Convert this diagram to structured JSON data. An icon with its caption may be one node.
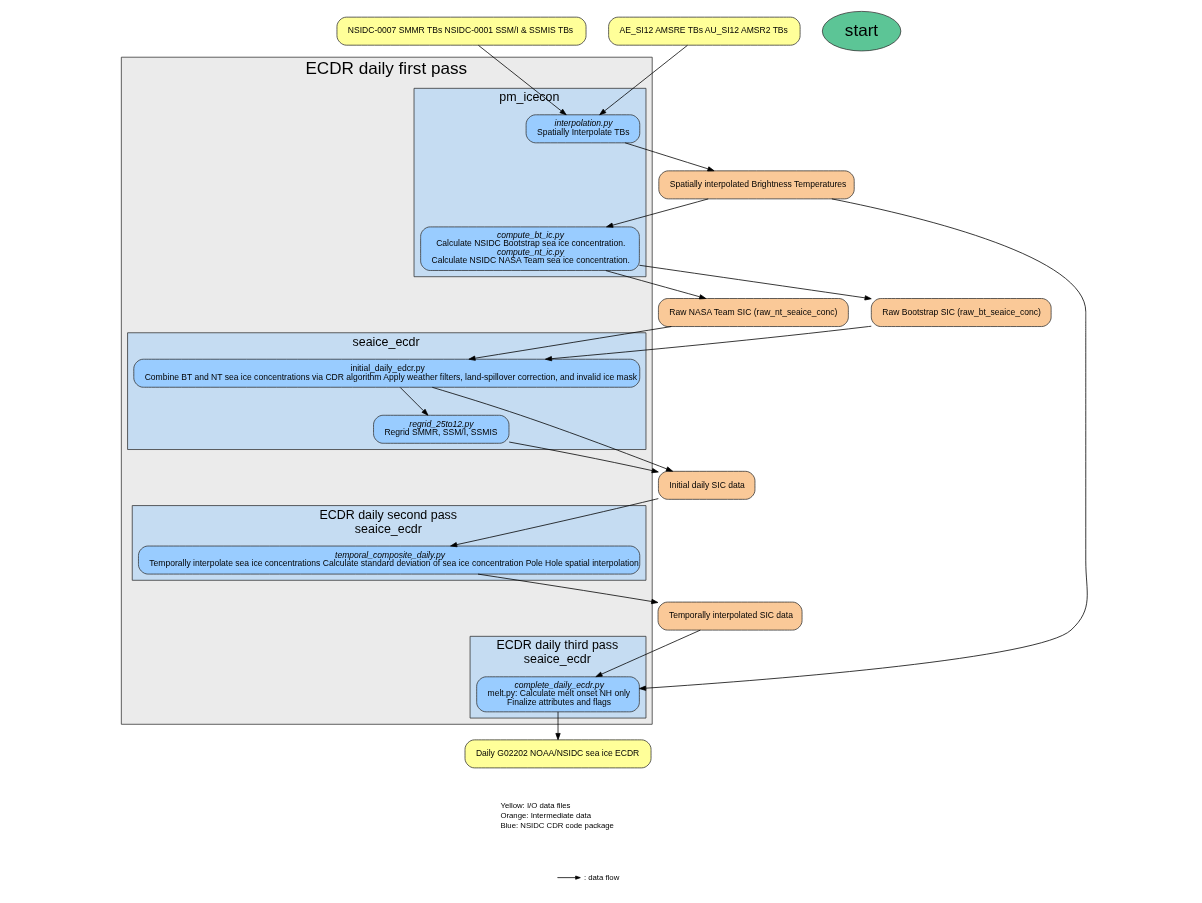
{
  "diagram": {
    "nodes": [
      {
        "text": [
          "ECDR daily first pass"
        ]
      },
      {
        "text": [
          "pm_icecon"
        ],
        "in": 0
      },
      {
        "text": [
          "interpolation.py",
          "Spatially Interpolate TBs"
        ],
        "in": 1
      },
      {
        "text": [
          "compute_bt_ic.py",
          "Calculate NSIDC Bootstrap sea ice concentration.",
          "compute_nt_ic.py",
          "Calculate NSIDC NASA Team sea ice concentration."
        ],
        "in": 1
      },
      {
        "text": [
          "seaice_ecdr"
        ],
        "in": 0
      },
      {
        "text": [
          "initial_daily_edcr.py",
          "Combine BT and NT sea ice concentrations via CDR algorithm Apply weather filters, land-spillover correction, and invalid ice mask"
        ],
        "in": 4
      },
      {
        "text": [
          "regrid_25to12.py",
          "Regrid SMMR, SSM/I, SSMIS"
        ],
        "in": 4
      },
      {
        "text": [
          "ECDR daily second pass",
          "seaice_ecdr"
        ],
        "in": 0
      },
      {
        "text": [
          "temporal_composite_daily.py",
          "Temporally interpolate sea ice concentrations Calculate standard deviation of sea ice concentration Pole Hole spatial interpolation"
        ],
        "in": 7
      },
      {
        "text": [
          "ECDR daily third pass",
          "seaice_ecdr"
        ],
        "in": 0
      },
      {
        "text": [
          "complete_daily_ecdr.py",
          "melt.py: Calculate melt onset NH only",
          "Finalize attributes and flags"
        ],
        "in": 9
      },
      {
        "text": [
          "start"
        ]
      },
      {
        "text": [
          "NSIDC-0007 SMMR TBs NSIDC-0001 SSM/I & SSMIS TBs"
        ]
      },
      {
        "text": [
          "AE_SI12 AMSRE TBs AU_SI12 AMSR2 TBs"
        ]
      },
      {
        "text": [
          "Spatially interpolated Brightness Temperatures"
        ]
      },
      {
        "text": [
          "Raw NASA Team SIC (raw_nt_seaice_conc)"
        ]
      },
      {
        "text": [
          "Raw Bootstrap SIC (raw_bt_seaice_conc)"
        ]
      },
      {
        "text": [
          "Initial daily SIC data"
        ]
      },
      {
        "text": [
          "Temporally interpolated SIC data"
        ]
      },
      {
        "text": [
          "Daily G02202 NOAA/NSIDC sea ice ECDR"
        ]
      }
    ],
    "edges": [
      {
        "from": 12,
        "to": 2,
        "arrow": "to"
      },
      {
        "from": 13,
        "to": 2,
        "arrow": "to"
      },
      {
        "from": 2,
        "to": 14,
        "arrow": "to"
      },
      {
        "from": 14,
        "to": 3,
        "arrow": "to"
      },
      {
        "from": 3,
        "to": 15,
        "arrow": "to"
      },
      {
        "from": 3,
        "to": 16,
        "arrow": "to"
      },
      {
        "from": 15,
        "to": 5,
        "arrow": "to"
      },
      {
        "from": 16,
        "to": 5,
        "arrow": "to"
      },
      {
        "from": 5,
        "to": 6,
        "arrow": "to"
      },
      {
        "from": 5,
        "to": 17,
        "arrow": "to"
      },
      {
        "from": 6,
        "to": 17,
        "arrow": "to"
      },
      {
        "from": 17,
        "to": 8,
        "arrow": "to"
      },
      {
        "from": 8,
        "to": 18,
        "arrow": "to"
      },
      {
        "from": 18,
        "to": 10,
        "arrow": "to"
      },
      {
        "from": 14,
        "to": 10,
        "arrow": "to"
      },
      {
        "from": 10,
        "to": 19,
        "arrow": "to"
      }
    ],
    "labels": [
      "Yellow: I/O data files",
      "Orange: Intermediate data",
      "Blue: NSIDC CDR code package"
    ],
    "legend": [
      {
        "text": ": data flow"
      }
    ]
  }
}
